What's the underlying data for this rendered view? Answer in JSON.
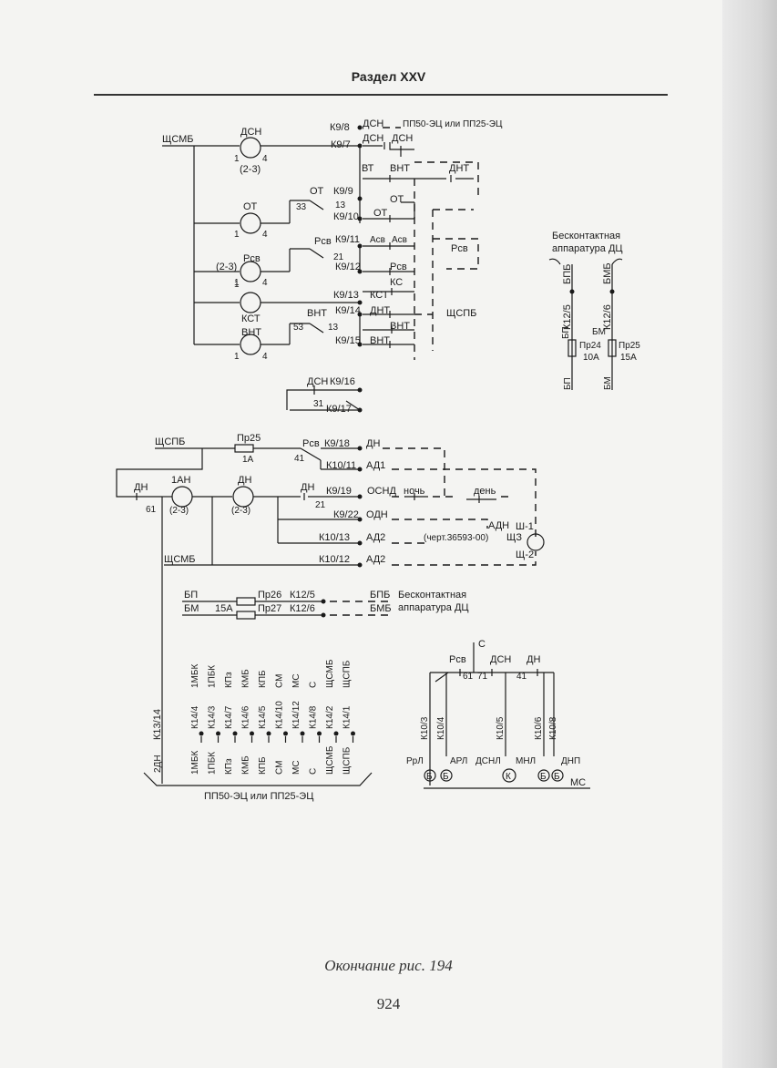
{
  "header": {
    "section": "Раздел XXV"
  },
  "caption": "Окончание рис. 194",
  "page_number": "924",
  "block1": {
    "bus_left": "ЩСМБ",
    "relay_dsn": "ДСН",
    "relay_dsn_sub": "(2-3)",
    "k9_8": "К9/8",
    "dsn_top": "ДСН",
    "panel": "ПП50-ЭЦ или ПП25-ЭЦ",
    "k9_7": "К9/7",
    "dsn_a": "ДСН",
    "dsn_b": "ДСН",
    "vt": "ВТ",
    "vnt": "ВНТ",
    "dnt": "ДНТ",
    "ot_contact": "ОТ",
    "k9_9": "К9/9",
    "n13a": "13",
    "n33": "33",
    "relay_ot": "ОТ",
    "k9_10": "К9/10",
    "ot_a": "ОТ",
    "ot_b": "ОТ",
    "rsv_contact": "Рсв",
    "k9_11": "К9/11",
    "asv_a": "Асв",
    "asv_b": "Асв",
    "n21": "21",
    "relay_rsv_sub": "(2-3)",
    "relay_rsv": "Рсв",
    "k9_12": "К9/12",
    "rsv_b": "Рсв",
    "rsv_c": "Рсв",
    "ks": "КС",
    "k9_13": "К9/13",
    "kst_a": "КСТ",
    "relay_kst": "КСТ",
    "vnt_contact": "ВНТ",
    "k9_14": "К9/14",
    "dnt_b": "ДНТ",
    "n53": "53",
    "n13b": "13",
    "relay_vnt": "ВНТ",
    "k9_15": "К9/15",
    "vnt_b": "ВНТ",
    "vnt_c": "ВНТ",
    "bus_right": "ЩСПБ",
    "pin1": "1",
    "pin4": "4"
  },
  "block_small": {
    "dsn": "ДСН",
    "k9_16": "К9/16",
    "n31": "31",
    "k9_17": "К9/17"
  },
  "right_panel": {
    "title1": "Бесконтактная",
    "title2": "аппаратура ДЦ",
    "bpb": "БПБ",
    "bmb": "БМБ",
    "k12_5": "К12/5",
    "k12_6": "К12/6",
    "bp": "БП",
    "bm": "БМ",
    "pr24": "Пр24",
    "a10": "10А",
    "pr25": "Пр25",
    "a15": "15А",
    "bp_b": "БП",
    "bm_b": "БМ"
  },
  "block2": {
    "bus": "ЩСПБ",
    "pr25": "Пр25",
    "a1": "1А",
    "rsv": "Рсв",
    "k9_18": "К9/18",
    "dn_a": "ДН",
    "n41": "41",
    "k10_11": "К10/11",
    "ad1": "АД1",
    "dn_left": "ДН",
    "n61": "61",
    "relay_1an": "1АН",
    "relay_1an_sub": "(2-3)",
    "relay_dn": "ДН",
    "relay_dn_sub": "(2-3)",
    "dn_b": "ДН",
    "n21": "21",
    "k9_19": "К9/19",
    "osnd": "ОСНД",
    "night": "ночь",
    "day": "день",
    "k9_22": "К9/22",
    "odn": "ОДН",
    "adn": "АДН",
    "sh1": "Ш-1",
    "k10_13": "К10/13",
    "ad2_a": "АД2",
    "drawing": "(черт.36593-00)",
    "shz": "ЩЗ",
    "sh2": "Щ-2",
    "bus_smb": "ЩСМБ",
    "k10_12": "К10/12",
    "ad2_b": "АД2"
  },
  "block3": {
    "bp": "БП",
    "pr26": "Пр26",
    "k12_5": "К12/5",
    "bpb": "БПБ",
    "bm": "БМ",
    "a15": "15А",
    "pr27": "Пр27",
    "k12_6": "К12/6",
    "bmb": "БМБ",
    "note1": "Бесконтактная",
    "note2": "аппаратура ДЦ"
  },
  "connector": {
    "top_labels": [
      "1МБК",
      "1ПБК",
      "КПз",
      "КМБ",
      "КПБ",
      "СМ",
      "МС",
      "С",
      "ЩСМБ",
      "ЩСПБ"
    ],
    "pins": [
      "К14/4",
      "К14/3",
      "К14/7",
      "К14/6",
      "К14/5",
      "К14/10",
      "К14/12",
      "К14/8",
      "К14/2",
      "К14/1"
    ],
    "bottom_labels": [
      "1МБК",
      "1ПБК",
      "КПз",
      "КМБ",
      "КПБ",
      "СМ",
      "МС",
      "С",
      "ЩСМБ",
      "ЩСПБ"
    ],
    "left_pin": "К13/14",
    "left_label": "2ДН",
    "panel": "ПП50-ЭЦ или ПП25-ЭЦ"
  },
  "block4": {
    "c": "С",
    "rsv": "Рсв",
    "dsn": "ДСН",
    "dn": "ДН",
    "n61": "61",
    "n71": "71",
    "n41": "41",
    "k10_3": "К10/3",
    "k10_4": "К10/4",
    "k10_5": "К10/5",
    "k10_6": "К10/6",
    "k10_8": "К10/8",
    "rrl": "РрЛ",
    "arl": "АРЛ",
    "dsnl": "ДСНЛ",
    "mnl": "МНЛ",
    "dnp": "ДНП",
    "b": "Б",
    "k": "К",
    "ms": "МС"
  }
}
